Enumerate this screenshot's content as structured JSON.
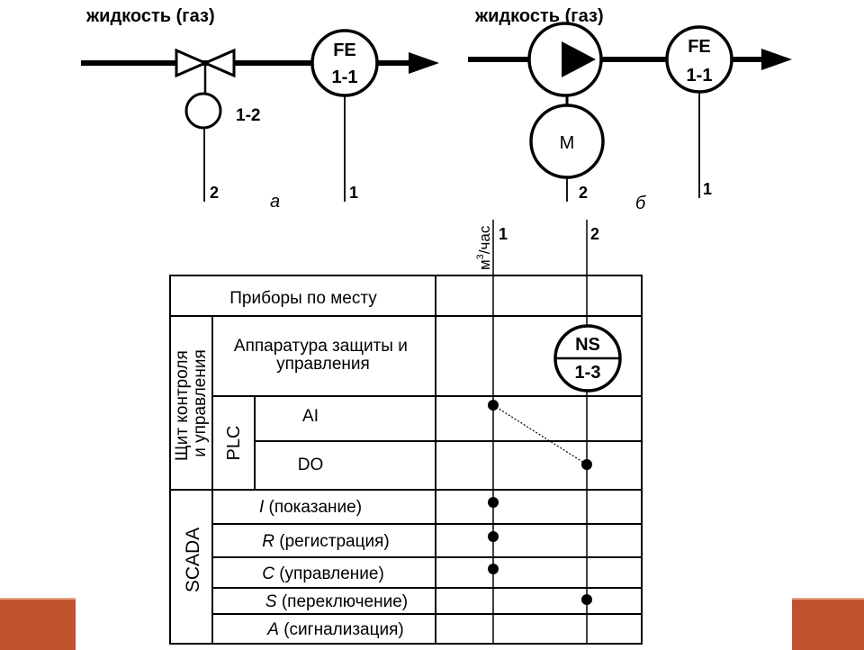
{
  "colors": {
    "line": "#000000",
    "accent_bar": "#c0522e",
    "accent_bar_top": "#e9a48a"
  },
  "diagram_a": {
    "medium_label": "жидкость (газ)",
    "flow_element_top": "FE",
    "flow_element_bottom": "1-1",
    "valve_tag": "1-2",
    "line_1": "1",
    "line_2": "2",
    "caption": "а"
  },
  "diagram_b": {
    "medium_label": "жидкость (газ)",
    "motor_label": "М",
    "flow_element_top": "FE",
    "flow_element_bottom": "1-1",
    "line_1": "1",
    "line_2": "2",
    "caption": "б"
  },
  "signals": {
    "unit_prefix": "м",
    "unit_sup": "3",
    "unit_suffix": "/час",
    "line_1": "1",
    "line_2": "2"
  },
  "table": {
    "row_field": "Приборы по месту",
    "panel_group": [
      "Щит контроля",
      "и управления"
    ],
    "row_protection": [
      "Аппаратура защиты и",
      "управления"
    ],
    "plc_label": "PLC",
    "row_ai": "AI",
    "row_do": "DO",
    "scada_label": "SCADA",
    "scada_rows": [
      {
        "letter": "I",
        "text": " (показание)"
      },
      {
        "letter": "R",
        "text": " (регистрация)"
      },
      {
        "letter": "C",
        "text": " (управление)"
      },
      {
        "letter": "S",
        "text": " (переключение)"
      },
      {
        "letter": "A",
        "text": " (сигнализация)"
      }
    ],
    "ns_top": "NS",
    "ns_bottom": "1-3"
  }
}
